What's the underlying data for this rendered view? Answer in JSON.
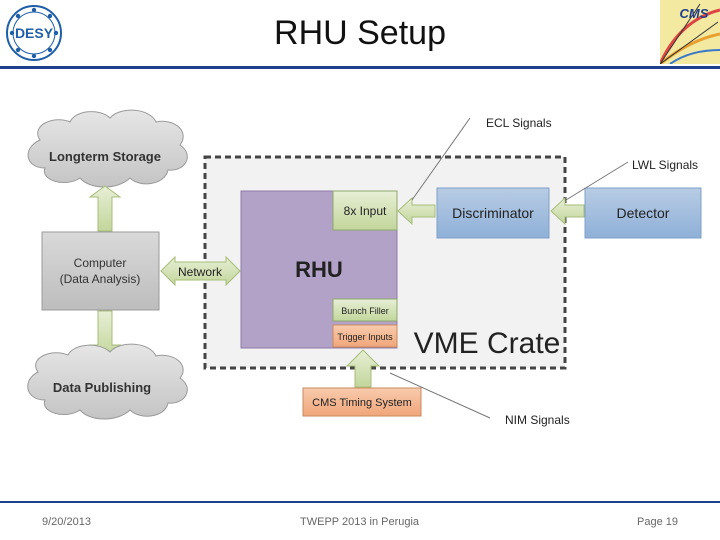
{
  "slide": {
    "title": "RHU Setup",
    "footer_date": "9/20/2013",
    "footer_event": "TWEPP 2013 in Perugia",
    "footer_page": "Page 19"
  },
  "logos": {
    "left": "DESY",
    "right": "CMS"
  },
  "diagram": {
    "longterm_storage": "Longterm Storage",
    "computer_line1": "Computer",
    "computer_line2": "(Data Analysis)",
    "data_publishing": "Data Publishing",
    "network": "Network",
    "rhu": "RHU",
    "input_8x": "8x Input",
    "bunch_filler": "Bunch Filler",
    "trigger_inputs": "Trigger Inputs",
    "vme_crate": "VME Crate",
    "discriminator": "Discriminator",
    "detector": "Detector",
    "cms_timing": "CMS Timing System",
    "ecl_signals": "ECL Signals",
    "lwl_signals": "LWL Signals",
    "nim_signals": "NIM Signals"
  },
  "colors": {
    "accent": "#1f3e8c",
    "green": "#d6e4bc",
    "purple": "#b3a2c8",
    "blue": "#95b3d7",
    "orange": "#f4b183",
    "gray": "#c8c8c8"
  }
}
